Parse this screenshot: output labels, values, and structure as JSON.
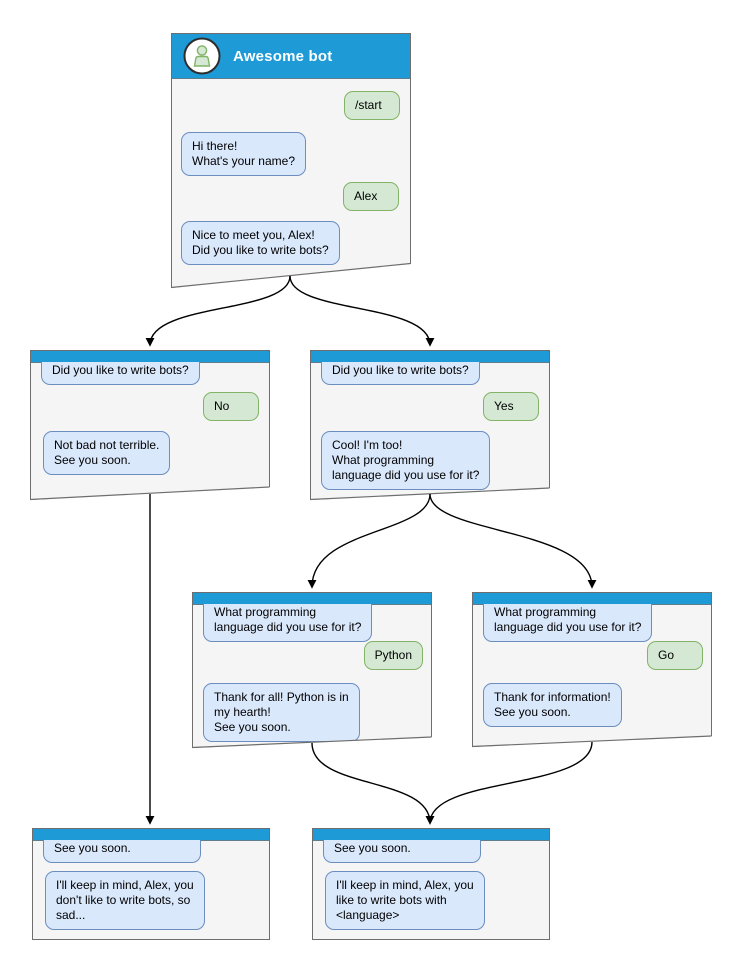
{
  "colors": {
    "accent_blue": "#1e9bd6",
    "window_bg": "#f5f5f5",
    "window_border": "#6e6e6e",
    "bot_bubble_bg": "#dae8fc",
    "bot_bubble_border": "#6c8ebf",
    "user_bubble_bg": "#d5e8d4",
    "user_bubble_border": "#82b366",
    "title_text": "#ffffff",
    "connector": "#000000"
  },
  "windows": [
    {
      "id": "main",
      "title": "Awesome bot",
      "bubbles": [
        {
          "side": "user",
          "text": "/start"
        },
        {
          "side": "bot",
          "text": "Hi there!\nWhat's your name?"
        },
        {
          "side": "user",
          "text": "Alex"
        },
        {
          "side": "bot",
          "text": "Nice to meet you, Alex!\nDid you like to write bots?"
        }
      ]
    },
    {
      "id": "branch-no",
      "bubbles": [
        {
          "side": "bot",
          "text": "Did you like to write bots?"
        },
        {
          "side": "user",
          "text": "No"
        },
        {
          "side": "bot",
          "text": "Not bad not terrible.\nSee you soon."
        }
      ]
    },
    {
      "id": "branch-yes",
      "bubbles": [
        {
          "side": "bot",
          "text": "Did you like to write bots?"
        },
        {
          "side": "user",
          "text": "Yes"
        },
        {
          "side": "bot",
          "text": "Cool! I'm too!\nWhat programming\nlanguage did you use for it?"
        }
      ]
    },
    {
      "id": "python",
      "bubbles": [
        {
          "side": "bot",
          "text": "What programming\nlanguage did you use for it?"
        },
        {
          "side": "user",
          "text": "Python"
        },
        {
          "side": "bot",
          "text": "Thank for all! Python is in\nmy hearth!\nSee you soon."
        }
      ]
    },
    {
      "id": "go",
      "bubbles": [
        {
          "side": "bot",
          "text": "What programming\nlanguage did you use for it?"
        },
        {
          "side": "user",
          "text": "Go"
        },
        {
          "side": "bot",
          "text": "Thank for information!\nSee you soon."
        }
      ]
    },
    {
      "id": "end-no",
      "bubbles": [
        {
          "side": "bot",
          "text": "See you soon."
        },
        {
          "side": "bot",
          "text": "I'll keep in mind, Alex, you\ndon't like to write bots, so\nsad..."
        }
      ]
    },
    {
      "id": "end-yes",
      "bubbles": [
        {
          "side": "bot",
          "text": "See you soon."
        },
        {
          "side": "bot",
          "text": "I'll keep in mind, Alex, you\nlike to write bots with\n<language>"
        }
      ]
    }
  ]
}
